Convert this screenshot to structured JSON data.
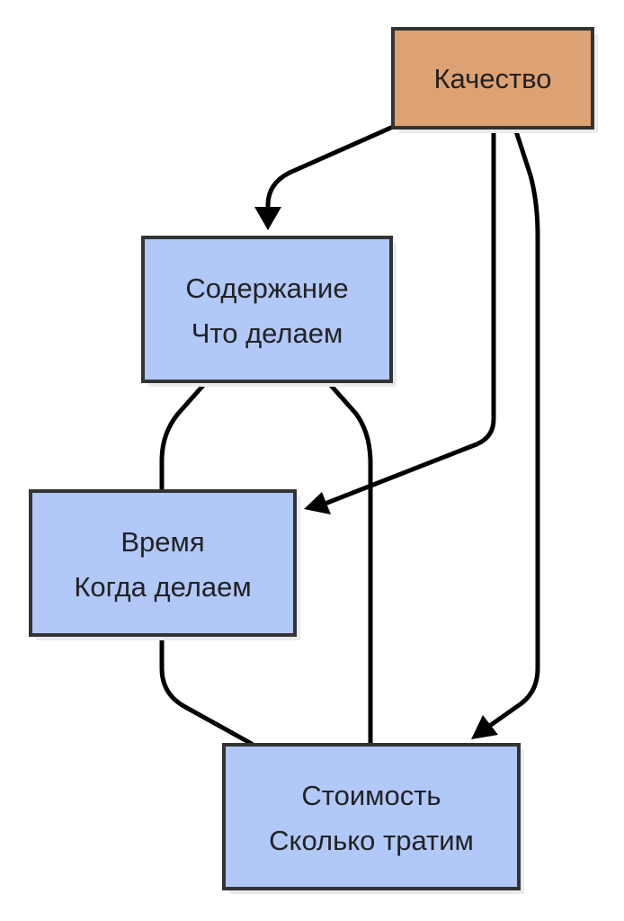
{
  "colors": {
    "quality_fill": "#DDA274",
    "node_fill": "#B1C8F8",
    "border": "#333333",
    "edge": "#000000",
    "text": "#222222"
  },
  "nodes": {
    "quality": {
      "label": "Качество"
    },
    "scope": {
      "line1": "Содержание",
      "line2": "Что делаем"
    },
    "time": {
      "line1": "Время",
      "line2": "Когда делаем"
    },
    "cost": {
      "line1": "Стоимость",
      "line2": "Сколько тратим"
    }
  },
  "edges": [
    {
      "from": "Качество",
      "to": "Содержание",
      "directed": true
    },
    {
      "from": "Качество",
      "to": "Время",
      "directed": true
    },
    {
      "from": "Качество",
      "to": "Стоимость",
      "directed": true
    },
    {
      "from": "Содержание",
      "to": "Время",
      "directed": false
    },
    {
      "from": "Содержание",
      "to": "Стоимость",
      "directed": false
    },
    {
      "from": "Время",
      "to": "Стоимость",
      "directed": false
    }
  ]
}
